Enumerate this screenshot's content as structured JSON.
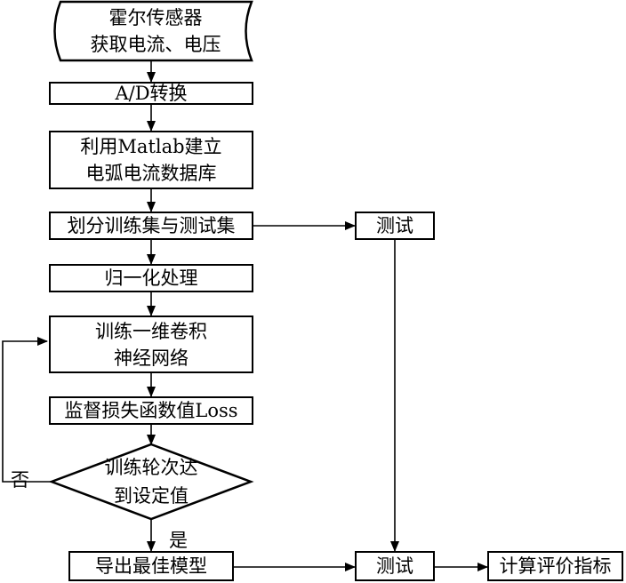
{
  "nodes": {
    "sensor": {
      "line1": "霍尔传感器",
      "line2": "获取电流、电压"
    },
    "ad": "A/D转换",
    "matlab": {
      "line1": "利用Matlab建立",
      "line2": "电弧电流数据库"
    },
    "split": "划分训练集与测试集",
    "test1": "测试",
    "normalize": "归一化处理",
    "train": {
      "line1": "训练一维卷积",
      "line2": "神经网络"
    },
    "loss": "监督损失函数值Loss",
    "decision": {
      "line1": "训练轮次达",
      "line2": "到设定值"
    },
    "export": "导出最佳模型",
    "test2": "测试",
    "metrics": "计算评价指标"
  },
  "labels": {
    "no": "否",
    "yes": "是"
  }
}
